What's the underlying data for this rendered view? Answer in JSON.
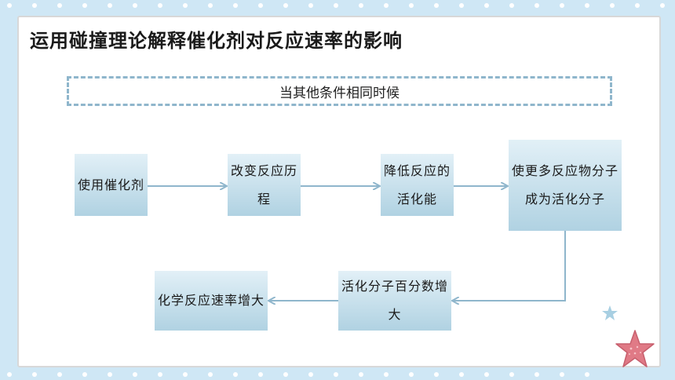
{
  "title": "运用碰撞理论解释催化剂对反应速率的影响",
  "condition": "当其他条件相同时候",
  "steps": {
    "s1": "使用催化剂",
    "s2": "改变反应历程",
    "s3": "降低反应的活化能",
    "s4": "使更多反应物分子成为活化分子",
    "s5": "活化分子百分数增大",
    "s6": "化学反应速率增大"
  },
  "colors": {
    "background": "#cfe7f5",
    "box_fill": "#b0d2e2",
    "arrow": "#8fb6cc",
    "star": "#e07a86"
  },
  "icons": [
    "star-icon",
    "small-star-icon"
  ]
}
